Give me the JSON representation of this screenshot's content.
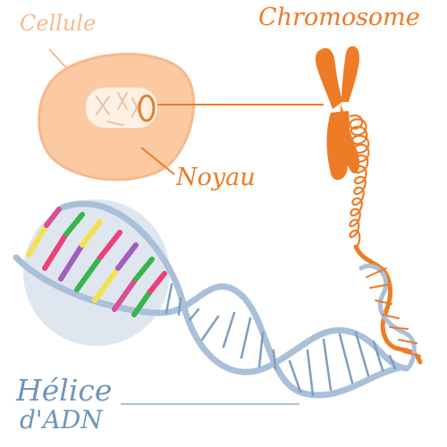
{
  "labels": {
    "cell": "Cellule",
    "chromosome": "Chromosome",
    "nucleus": "Noyau",
    "helix_line1": "Hélice",
    "helix_line2": "d'ADN"
  },
  "colors": {
    "cell_fill": "#fbc9a2",
    "cell_stroke": "#f6b98c",
    "nucleus_fill": "#fff1e6",
    "chromosome": "#ee7b25",
    "helix_strand": "#a9c0d8",
    "helix_rung": "#7e9ec0",
    "helix_glow": "#dfe6ef",
    "label_blue": "#6f95b8",
    "base_yellow": "#f3e24d",
    "base_magenta": "#d94f96",
    "base_green": "#39b54a",
    "base_purple": "#a35dbf",
    "base_pink": "#ef3f7a"
  }
}
